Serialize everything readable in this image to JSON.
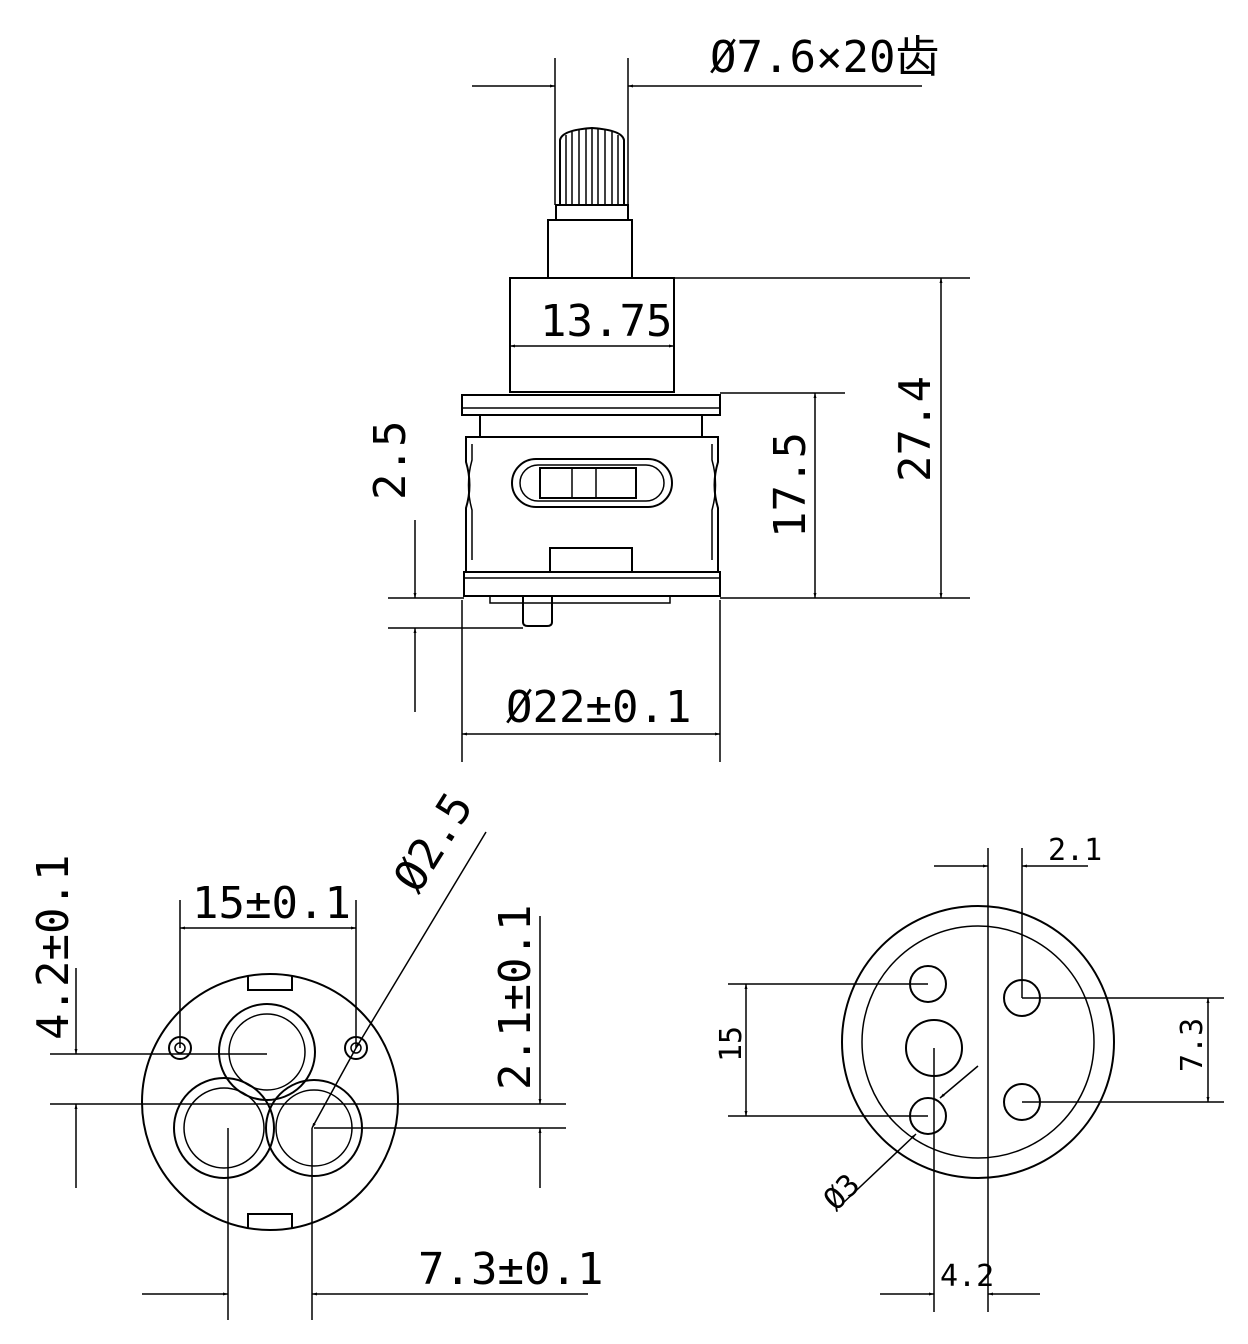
{
  "dimensions": {
    "spline": "Ø7.6×20齿",
    "stem_width": "13.75",
    "total_height": "27.4",
    "body_height": "17.5",
    "pin_height": "2.5",
    "body_diameter": "Ø22±0.1",
    "port_spacing": "15±0.1",
    "hole_diameter": "Ø2.5",
    "pin_offset_v": "4.2±0.1",
    "port_offset_v": "2.1±0.1",
    "port_offset_h": "7.3±0.1",
    "seat_offset_x": "2.1",
    "seat_spacing": "15",
    "seat_spacing_2": "7.3",
    "seat_hole": "Ø3",
    "seat_offset_bottom": "4.2"
  }
}
